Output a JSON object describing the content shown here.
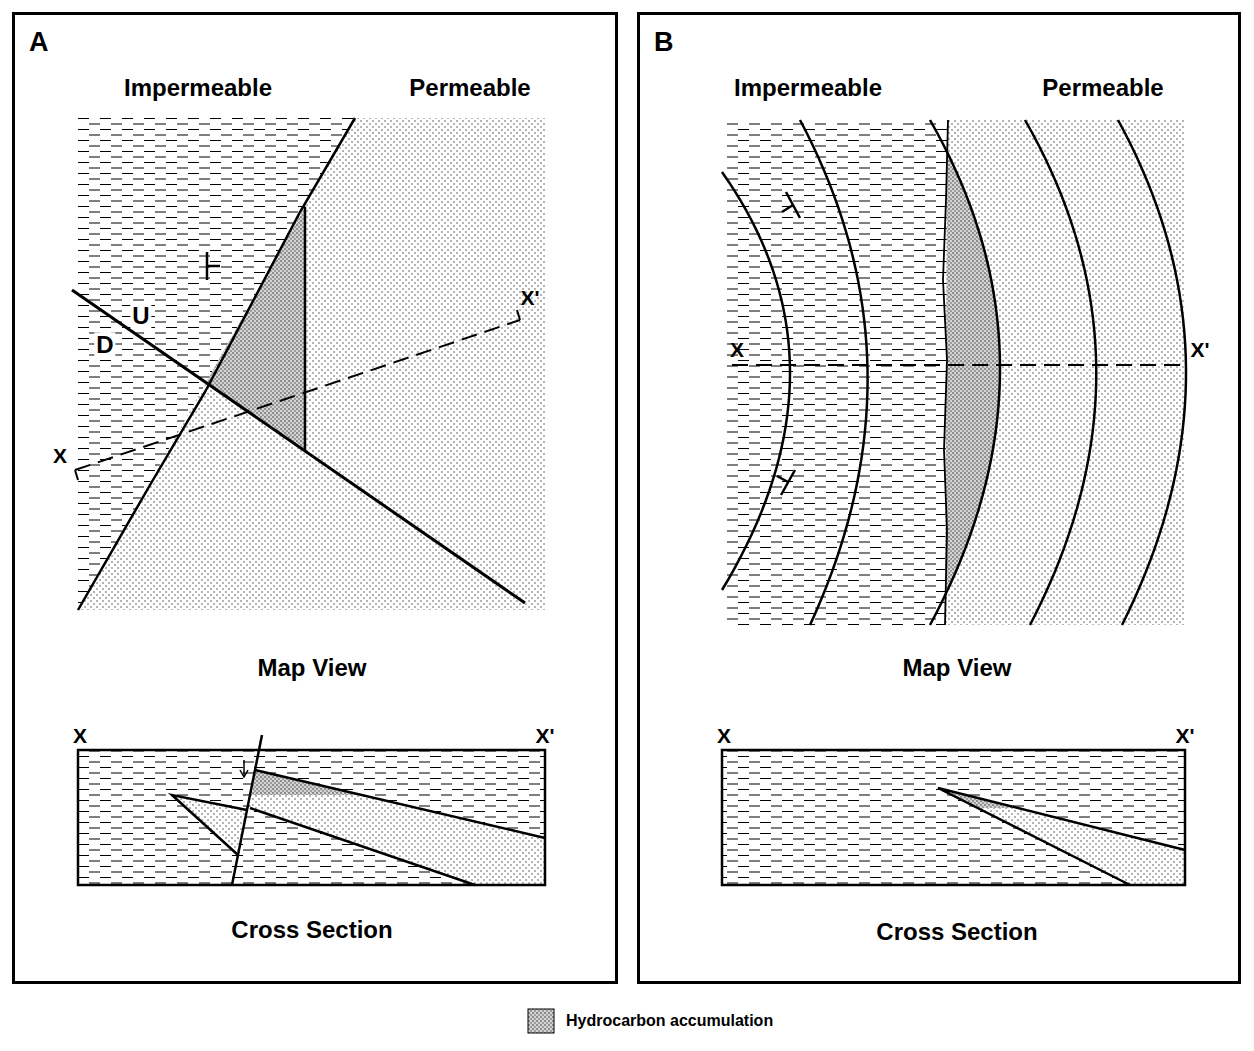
{
  "diagram": {
    "nodes": [
      {
        "text": [
          "A"
        ]
      },
      {
        "text": [
          "B"
        ]
      }
    ],
    "labels": [
      "Impermeable",
      "Permeable",
      "D",
      "U",
      "X",
      "X'",
      "Map View",
      "X",
      "X'",
      "Cross Section",
      "Impermeable",
      "Permeable",
      "X",
      "X'",
      "Map View",
      "X",
      "X'",
      "Cross Section"
    ],
    "legend": [
      {
        "text": "Hydrocarbon accumulation"
      }
    ]
  }
}
